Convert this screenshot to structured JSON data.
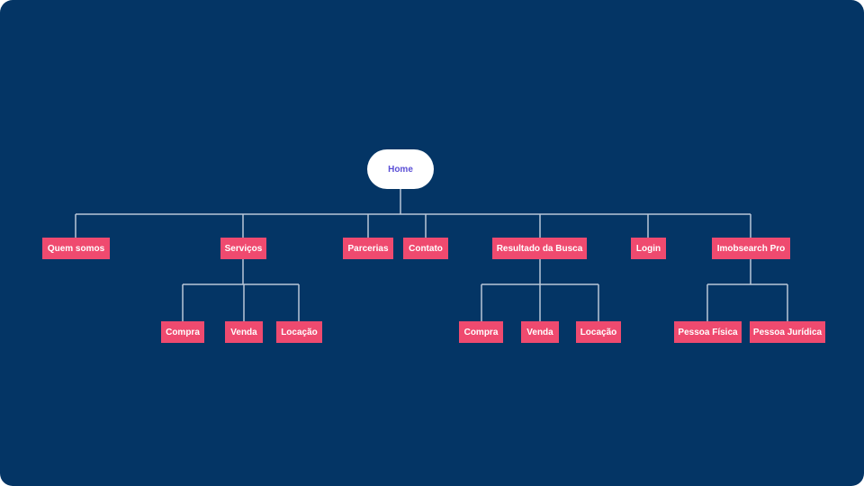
{
  "sitemap": {
    "root": {
      "label": "Home"
    },
    "level1": {
      "quem_somos": "Quem somos",
      "servicos": "Serviços",
      "parcerias": "Parcerias",
      "contato": "Contato",
      "resultado_busca": "Resultado da Busca",
      "login": "Login",
      "imobsearch_pro": "Imobsearch Pro"
    },
    "servicos_children": {
      "compra": "Compra",
      "venda": "Venda",
      "locacao": "Locação"
    },
    "resultado_children": {
      "compra": "Compra",
      "venda": "Venda",
      "locacao": "Locação"
    },
    "pro_children": {
      "pessoa_fisica": "Pessoa Física",
      "pessoa_juridica": "Pessoa Jurídica"
    }
  },
  "colors": {
    "background": "#043565",
    "node_fill": "#ef4a6f",
    "root_fill": "#ffffff",
    "root_text": "#5b4fd6",
    "connector": "#b9c7d8"
  }
}
